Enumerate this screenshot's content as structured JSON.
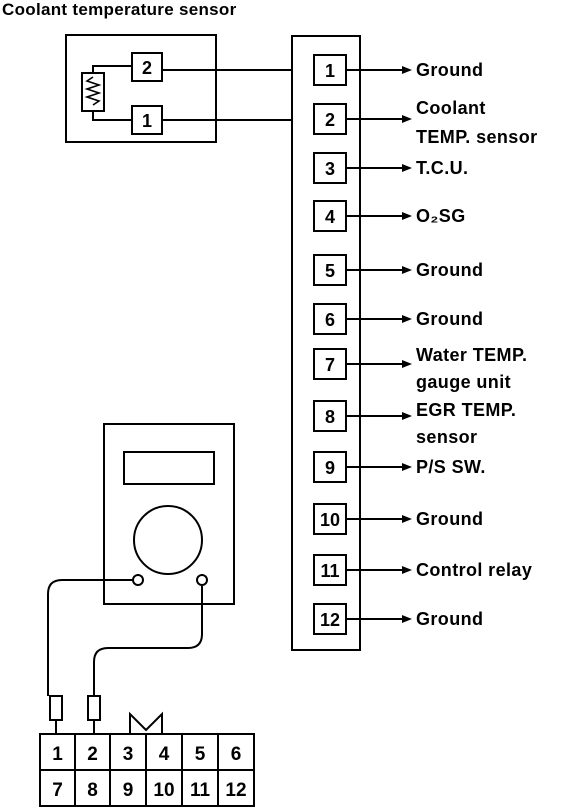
{
  "title": "Coolant temperature sensor",
  "sensor": {
    "terminals": [
      "2",
      "1"
    ]
  },
  "harness_connector": {
    "pins": [
      {
        "number": "1",
        "label": [
          "Ground"
        ]
      },
      {
        "number": "2",
        "label": [
          "Coolant",
          "TEMP. sensor"
        ]
      },
      {
        "number": "3",
        "label": [
          "T.C.U."
        ]
      },
      {
        "number": "4",
        "label": [
          "O₂SG"
        ]
      },
      {
        "number": "5",
        "label": [
          "Ground"
        ]
      },
      {
        "number": "6",
        "label": [
          "Ground"
        ]
      },
      {
        "number": "7",
        "label": [
          "Water TEMP.",
          "gauge unit"
        ]
      },
      {
        "number": "8",
        "label": [
          "EGR TEMP.",
          "sensor"
        ]
      },
      {
        "number": "9",
        "label": [
          "P/S SW."
        ]
      },
      {
        "number": "10",
        "label": [
          "Ground"
        ]
      },
      {
        "number": "11",
        "label": [
          "Control relay"
        ]
      },
      {
        "number": "12",
        "label": [
          "Ground"
        ]
      }
    ]
  },
  "ecu_connector": {
    "top_row": [
      "1",
      "2",
      "3",
      "4",
      "5",
      "6"
    ],
    "bottom_row": [
      "7",
      "8",
      "9",
      "10",
      "11",
      "12"
    ]
  }
}
